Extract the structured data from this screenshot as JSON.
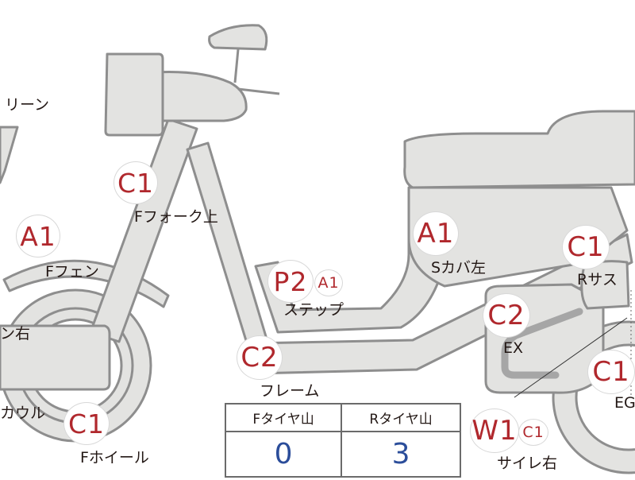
{
  "callouts": [
    {
      "id": "c1-ffork",
      "code": "C1",
      "text": "Fフォーク上"
    },
    {
      "id": "a1-ffender",
      "code": "A1",
      "text": "Fフェン"
    },
    {
      "id": "a1-scover",
      "code": "A1",
      "text": "Sカバ左"
    },
    {
      "id": "p2-step",
      "code": "P2",
      "sub": "A1",
      "text": "ステップ"
    },
    {
      "id": "c1-rsus",
      "code": "C1",
      "text": "Rサス"
    },
    {
      "id": "c2-frame",
      "code": "C2",
      "text": "フレーム"
    },
    {
      "id": "c2-ex",
      "code": "C2",
      "text": "EX"
    },
    {
      "id": "c1-eg",
      "code": "C1",
      "text": "EG"
    },
    {
      "id": "c1-fwheel",
      "code": "C1",
      "text": "Fホイール"
    },
    {
      "id": "w1-muffler",
      "code": "W1",
      "sub": "C1",
      "text": "サイレ右"
    },
    {
      "id": "screen",
      "text": "リーン"
    },
    {
      "id": "right",
      "text": "ン右"
    },
    {
      "id": "cowl",
      "text": "カウル"
    }
  ],
  "tire_table": {
    "headers": [
      "Fタイヤ山",
      "Rタイヤ山"
    ],
    "values": [
      "0",
      "3"
    ]
  },
  "colors": {
    "code": "#b0282d",
    "value": "#2b4d9a",
    "part_fill": "#e3e3e1",
    "part_stroke": "#8e8e8e"
  }
}
